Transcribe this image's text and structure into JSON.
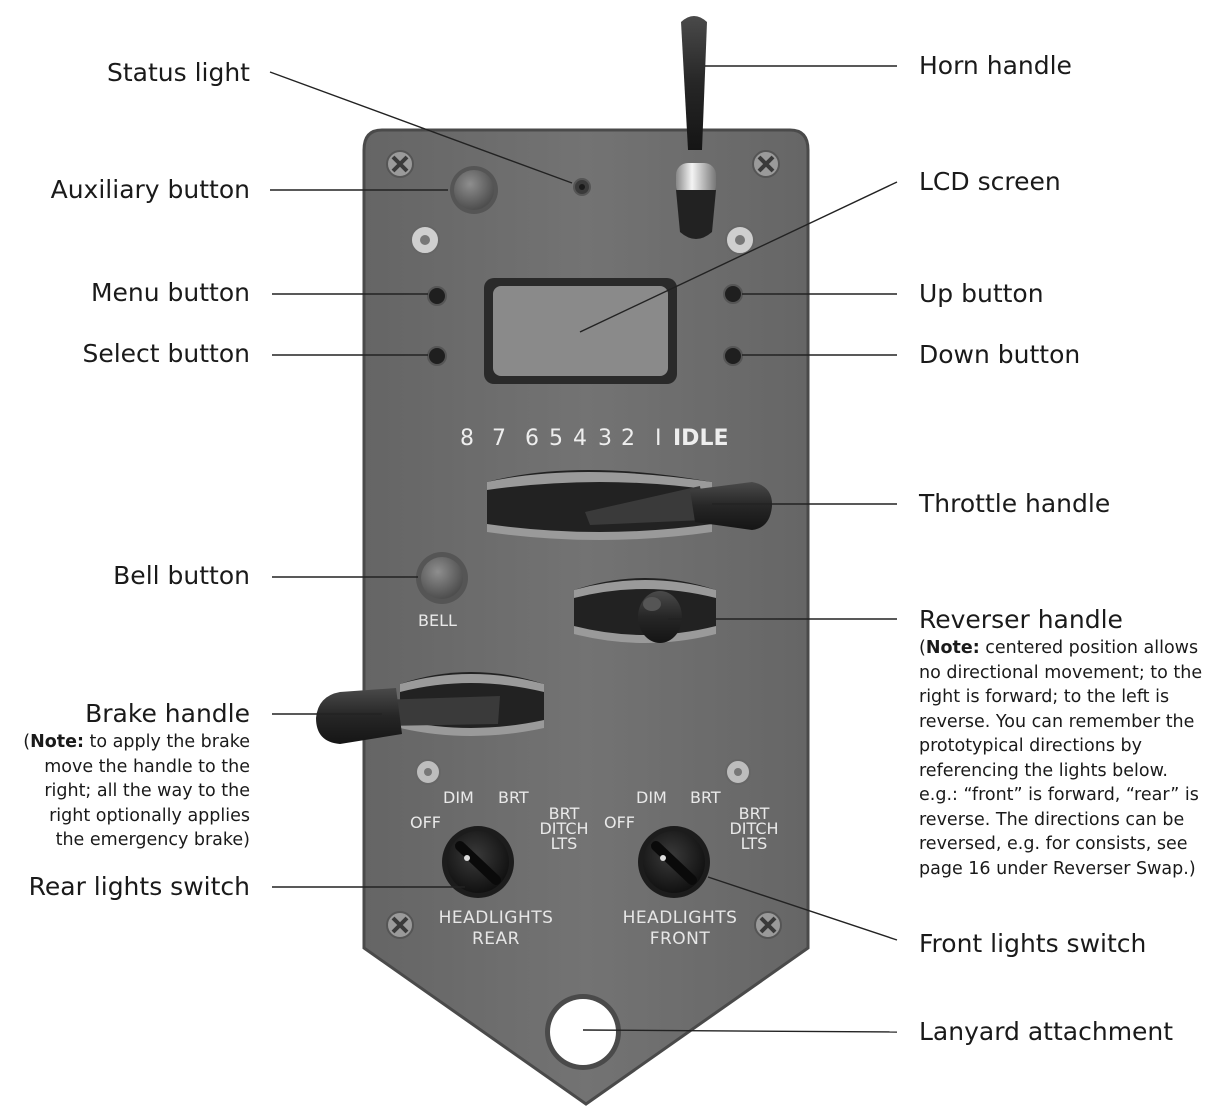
{
  "labels": {
    "status_light": "Status light",
    "auxiliary_button": "Auxiliary button",
    "menu_button": "Menu button",
    "select_button": "Select button",
    "bell_button": "Bell button",
    "brake_handle": "Brake handle",
    "rear_lights_switch": "Rear lights switch",
    "horn_handle": "Horn handle",
    "lcd_screen": "LCD screen",
    "up_button": "Up button",
    "down_button": "Down button",
    "throttle_handle": "Throttle handle",
    "reverser_handle": "Reverser handle",
    "front_lights_switch": "Front lights switch",
    "lanyard_attachment": "Lanyard attachment"
  },
  "notes": {
    "brake_prefix": "(",
    "brake_bold": "Note:",
    "brake_text": " to apply the brake move the handle to the right; all the way to the right optionally applies the emergency brake)",
    "reverser_prefix": "(",
    "reverser_bold": "Note:",
    "reverser_text": " centered position allows no directional movement; to the right is forward; to the left is reverse. You can remember the prototypical directions by referencing the lights below. e.g.: “front” is forward, “rear” is reverse. The directions can be reversed, e.g. for consists, see page 16 under Reverser Swap.)"
  },
  "panel": {
    "notches": [
      "8",
      "7",
      "6",
      "5",
      "4",
      "3",
      "2",
      "I",
      "IDLE"
    ],
    "bell": "BELL",
    "rear_knob": {
      "off": "OFF",
      "dim": "DIM",
      "brt": "BRT",
      "ditch": [
        "BRT",
        "DITCH",
        "LTS"
      ],
      "title": [
        "HEADLIGHTS",
        "REAR"
      ]
    },
    "front_knob": {
      "off": "OFF",
      "dim": "DIM",
      "brt": "BRT",
      "ditch": [
        "BRT",
        "DITCH",
        "LTS"
      ],
      "title": [
        "HEADLIGHTS",
        "FRONT"
      ]
    }
  },
  "colors": {
    "panel": "#6e6e6e",
    "panel_edge": "#5a5a5a",
    "handle": "#2b2b2b",
    "leader_line": "#222222",
    "text": "#1a1a1a"
  }
}
